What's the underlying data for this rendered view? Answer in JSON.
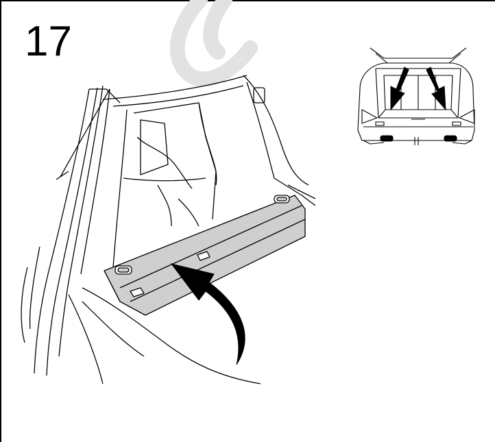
{
  "step": {
    "number": "17"
  },
  "illustration": {
    "main": "boot-floor-panel-removal",
    "inset": "rear-view-open-tailgate",
    "shade_color": "#cfcfcf",
    "line_color": "#000000",
    "watermark_color": "#e2e2e2"
  }
}
